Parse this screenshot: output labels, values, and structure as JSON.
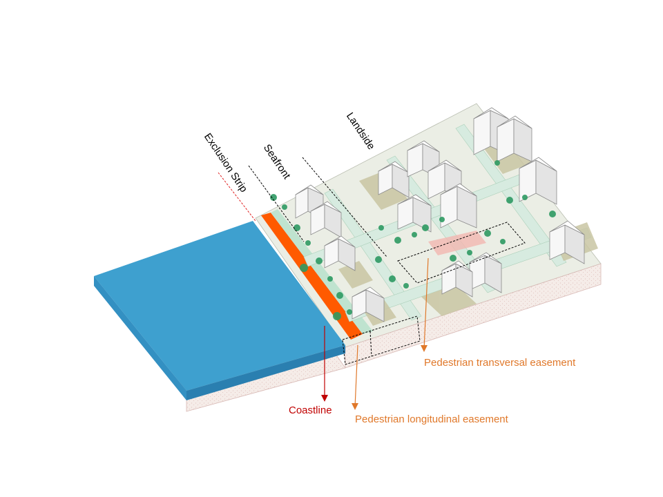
{
  "labels": {
    "exclusion_strip": "Exclusion Strip",
    "seafront": "Seafront",
    "landside": "Landside",
    "coastline": "Coastline",
    "pedestrian_transversal": "Pedestrian transversal easement",
    "pedestrian_longitudinal": "Pedestrian longitudinal easement"
  },
  "colors": {
    "sea": "#3ea0cf",
    "exclusion_strip": "#ff5a00",
    "coastline_label": "#c00000",
    "easement_label": "#e0782a",
    "greenery": "#2e9a63",
    "ground": "#c9c6a3"
  }
}
